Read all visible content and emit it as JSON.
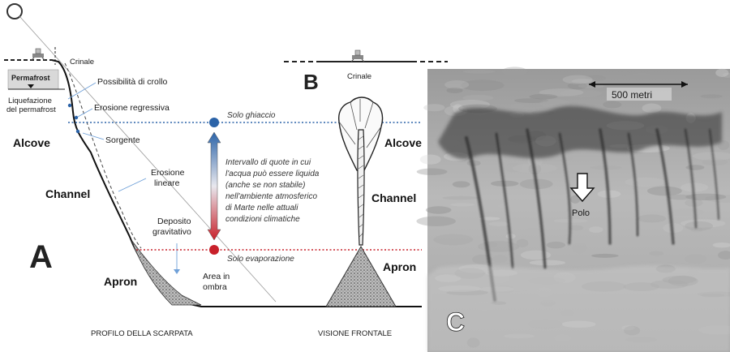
{
  "panel_a": {
    "letter": "A",
    "caption": "PROFILO DELLA SCARPATA",
    "labels": {
      "crinale": "Crinale",
      "permafrost": "Permafrost",
      "liquefazione": "Liquefazione",
      "del_permafrost": "del permafrost",
      "possibilita_crollo": "Possibilità di crollo",
      "erosione_regressiva": "Erosione regressiva",
      "sorgente": "Sorgente",
      "alcove": "Alcove",
      "channel": "Channel",
      "apron": "Apron",
      "erosione": "Erosione",
      "lineare": "lineare",
      "deposito": "Deposito",
      "gravitativo": "gravitativo",
      "area_in": "Area in",
      "ombra": "ombra"
    }
  },
  "center": {
    "solo_ghiaccio": "Solo ghiaccio",
    "solo_evaporazione": "Solo evaporazione",
    "interval_lines": [
      "Intervallo di quote in cui",
      "l'acqua può essere liquida",
      "(anche se non stabile)",
      "nell'ambiente atmosferico",
      "di Marte nelle attuali",
      "condizioni climatiche"
    ],
    "colors": {
      "ice": "#2b63a8",
      "evap": "#c8202a"
    }
  },
  "panel_b": {
    "letter": "B",
    "caption": "VISIONE FRONTALE",
    "labels": {
      "crinale": "Crinale",
      "alcove": "Alcove",
      "channel": "Channel",
      "apron": "Apron"
    }
  },
  "panel_c": {
    "letter": "C",
    "scale": "500 metri",
    "polo": "Polo"
  }
}
